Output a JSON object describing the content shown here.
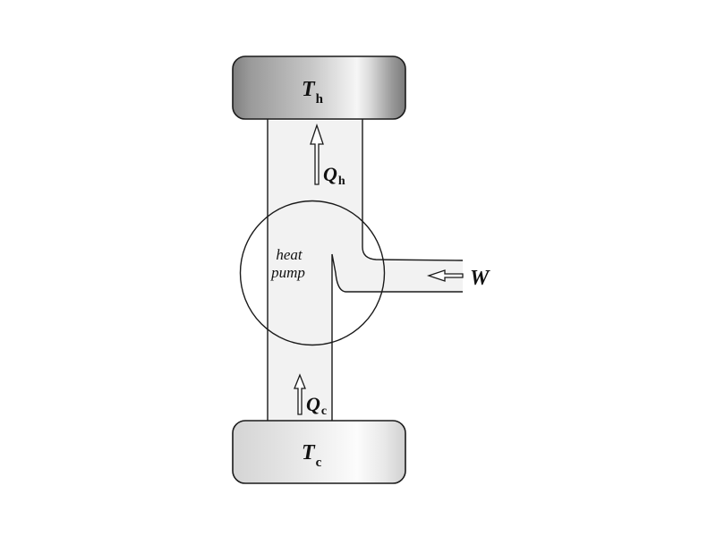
{
  "diagram": {
    "title": "heat pump",
    "colors": {
      "background": "#ffffff",
      "channel_fill": "#f2f2f2",
      "stroke": "#1a1a1a",
      "hot_reservoir_dark": "#7d7d7d",
      "hot_reservoir_light": "#f4f4f4",
      "cold_reservoir_base": "#dedede",
      "cold_reservoir_light": "#fbfbfb"
    },
    "hot_reservoir": {
      "symbol": "T",
      "subscript": "h"
    },
    "cold_reservoir": {
      "symbol": "T",
      "subscript": "c"
    },
    "device": {
      "label_line1": "heat",
      "label_line2": "pump"
    },
    "flows": {
      "heat_out": {
        "symbol": "Q",
        "subscript": "h",
        "direction": "up"
      },
      "heat_in": {
        "symbol": "Q",
        "subscript": "c",
        "direction": "up"
      },
      "work_in": {
        "symbol": "W",
        "direction": "left"
      }
    }
  }
}
